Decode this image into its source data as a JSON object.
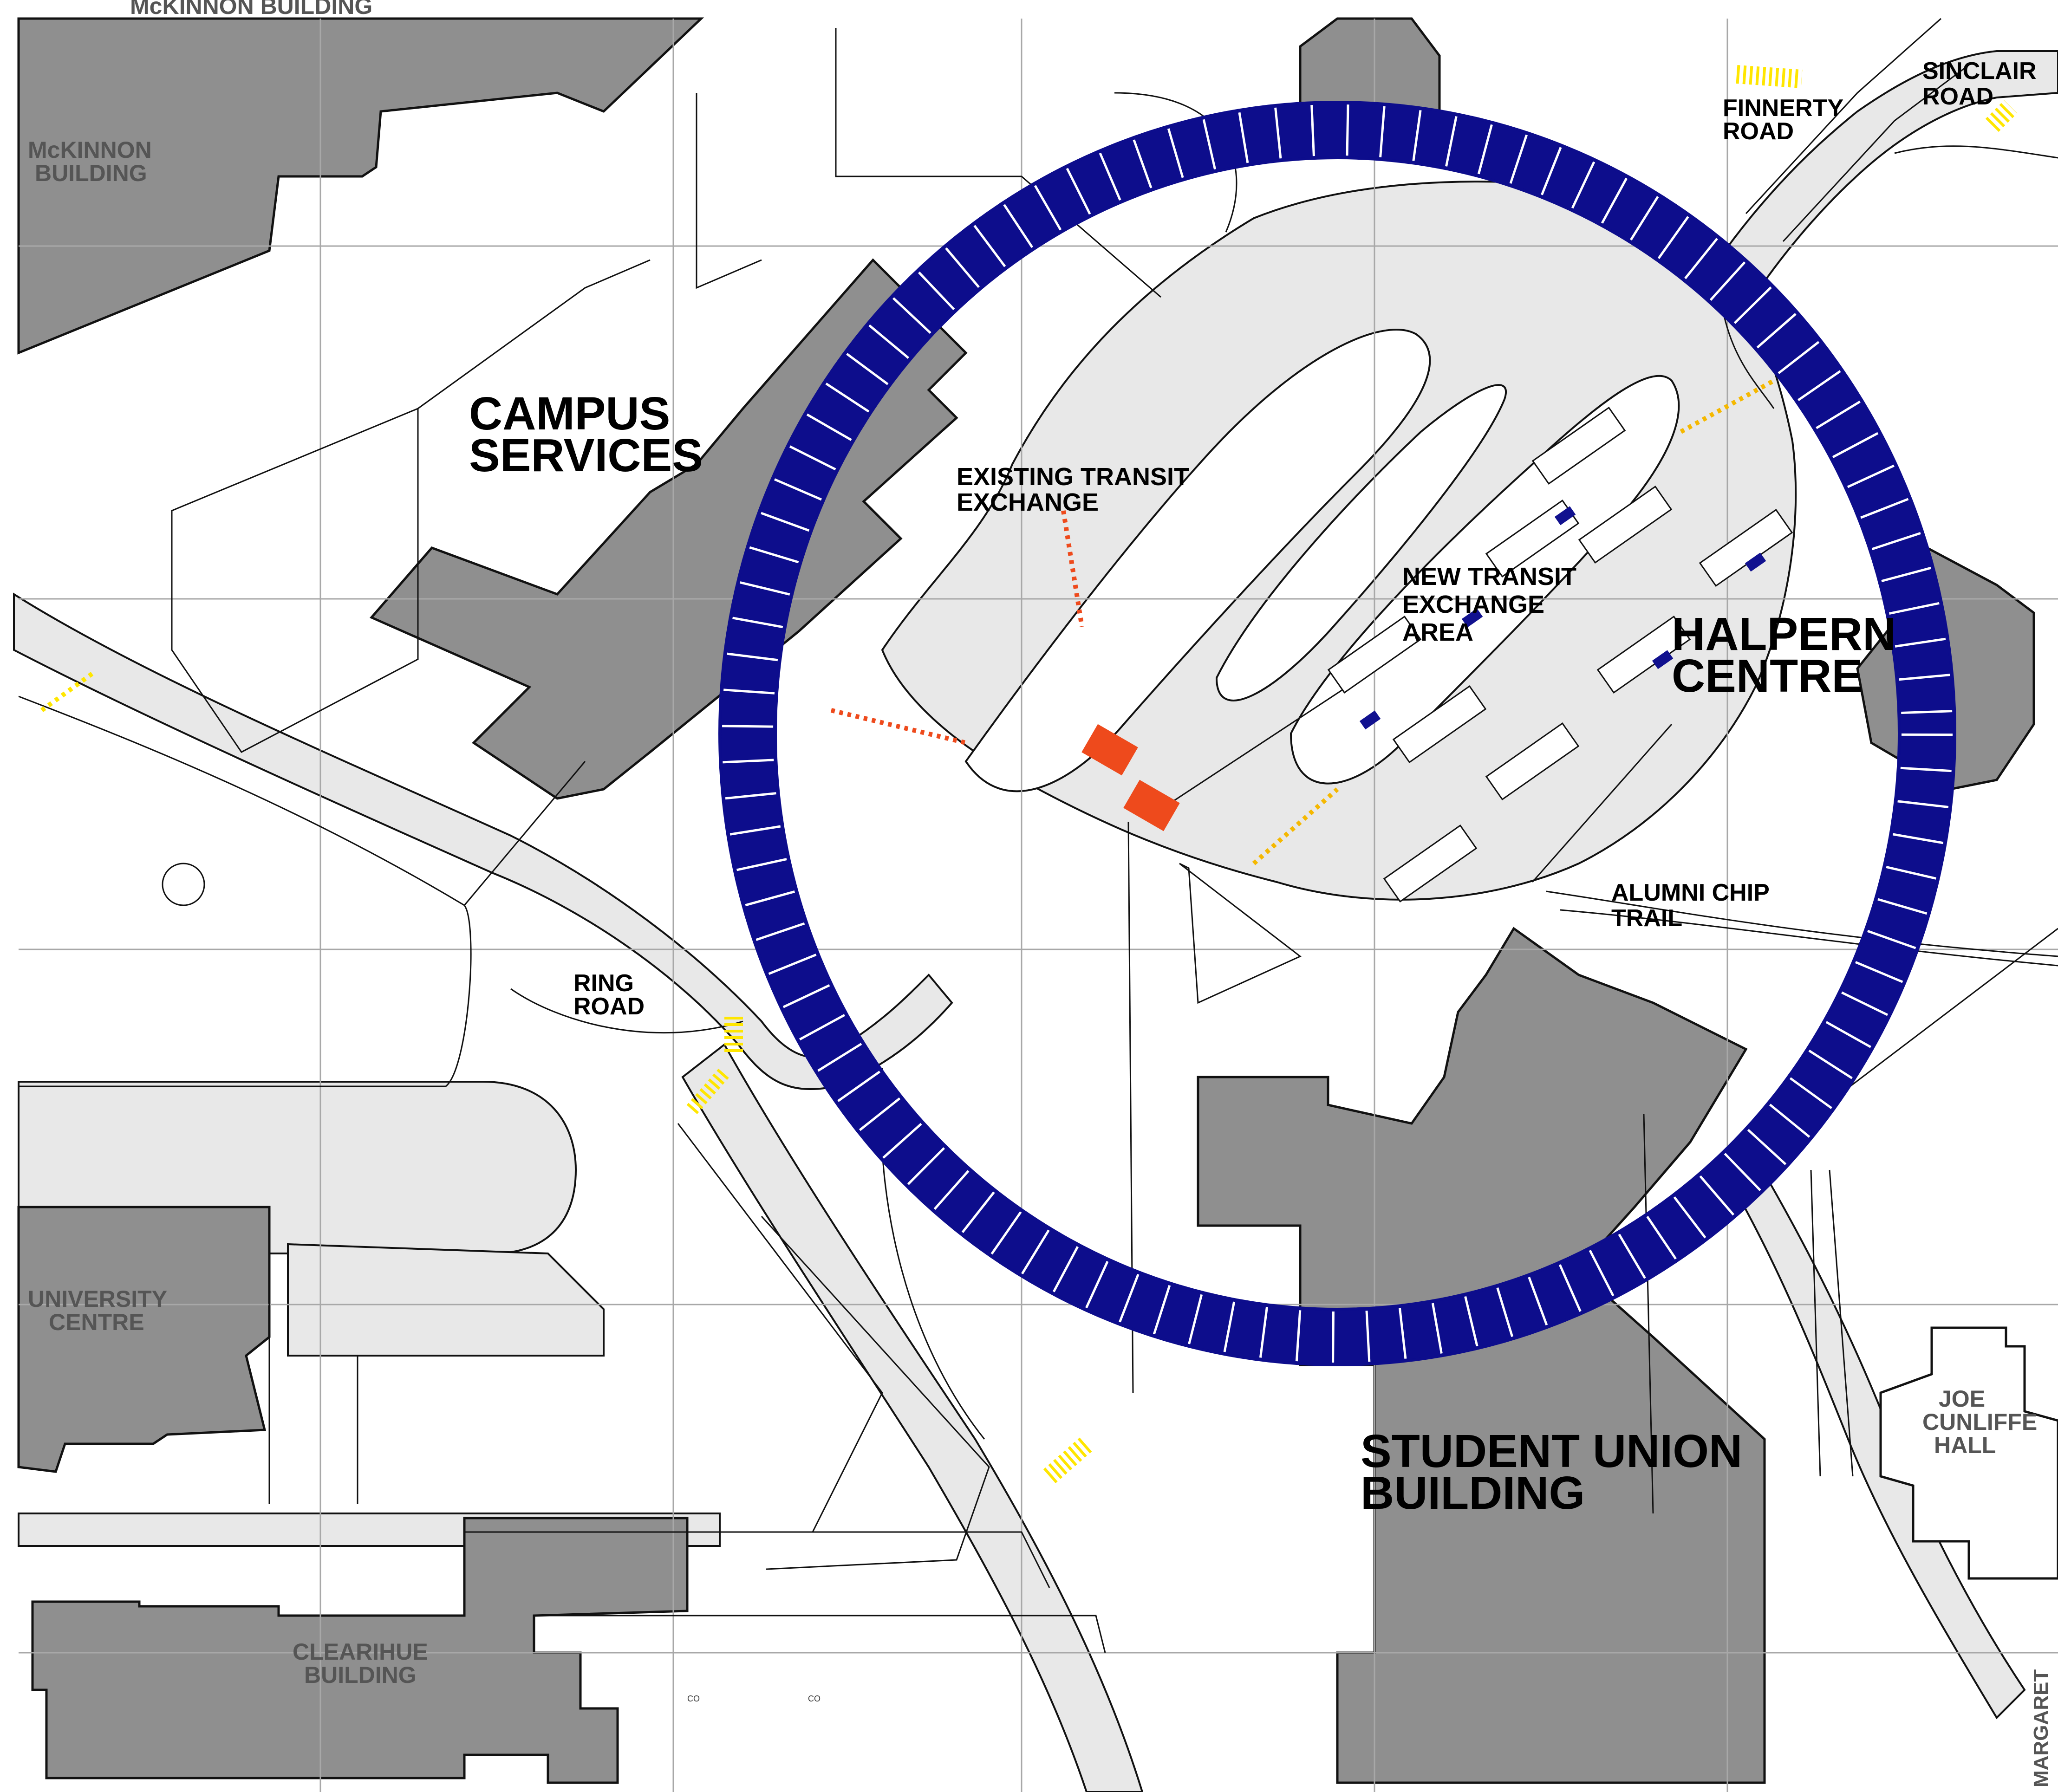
{
  "colors": {
    "background": "#ffffff",
    "building": "#8f8f8f",
    "paved": "#e8e8e8",
    "grid": "#a8a8a8",
    "ring": "#0d0d8c",
    "ring_stripe": "#ffffff",
    "crossing_yellow": "#ffe600",
    "crossing_red": "#ee4a1c",
    "crossing_orange": "#f5b800",
    "transit_stop": "#11118f"
  },
  "icons": {
    "crosswalk": "crosswalk-stripes-icon",
    "transit_stop": "bus-shelter-square-icon"
  },
  "labels": {
    "mckinnon_top": "McKINNON BUILDING",
    "mckinnon_line1": "McKINNON",
    "mckinnon_line2": "BUILDING",
    "campus_services_line1": "CAMPUS",
    "campus_services_line2": "SERVICES",
    "existing_transit_line1": "EXISTING TRANSIT",
    "existing_transit_line2": "EXCHANGE",
    "new_transit_line1": "NEW TRANSIT",
    "new_transit_line2": "EXCHANGE",
    "new_transit_line3": "AREA",
    "halpern_line1": "HALPERN",
    "halpern_line2": "CENTRE",
    "finnerty_line1": "FINNERTY",
    "finnerty_line2": "ROAD",
    "sinclair_line1": "SINCLAIR",
    "sinclair_line2": "ROAD",
    "alumni_line1": "ALUMNI CHIP",
    "alumni_line2": "TRAIL",
    "ring_road_line1": "RING",
    "ring_road_line2": "ROAD",
    "university_line1": "UNIVERSITY",
    "university_line2": "CENTRE",
    "sub_line1": "STUDENT UNION",
    "sub_line2": "BUILDING",
    "joe_line1": "JOE",
    "joe_line2": "CUNLIFFE",
    "joe_line3": "HALL",
    "clearihue_line1": "CLEARIHUE",
    "clearihue_line2": "BUILDING",
    "co_1": "CO",
    "co_2": "CO",
    "margaret_vertical": "MARGARET"
  }
}
